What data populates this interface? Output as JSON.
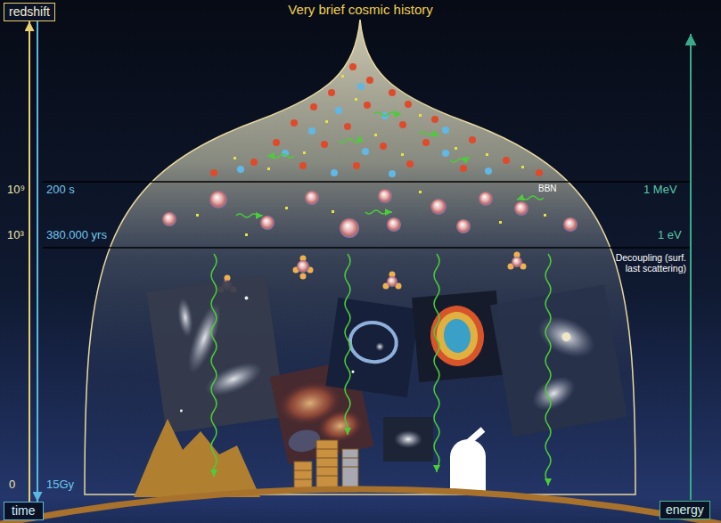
{
  "diagram": {
    "title": "Very brief cosmic history",
    "nodes": [
      {
        "text": [
          "redshift"
        ]
      },
      {
        "text": [
          "time"
        ]
      },
      {
        "text": [
          "energy"
        ]
      }
    ],
    "edges": [
      {
        "from": 1,
        "to": 0,
        "arrow": "to"
      },
      {
        "from": 0,
        "to": 1,
        "arrow": "to"
      }
    ],
    "labels": [
      "10⁹",
      "200 s",
      "1 MeV",
      "BBN",
      "10³",
      "380.000 yrs",
      "1 eV",
      "Decoupling (surf. last scattering)",
      "0",
      "15Gy"
    ]
  }
}
